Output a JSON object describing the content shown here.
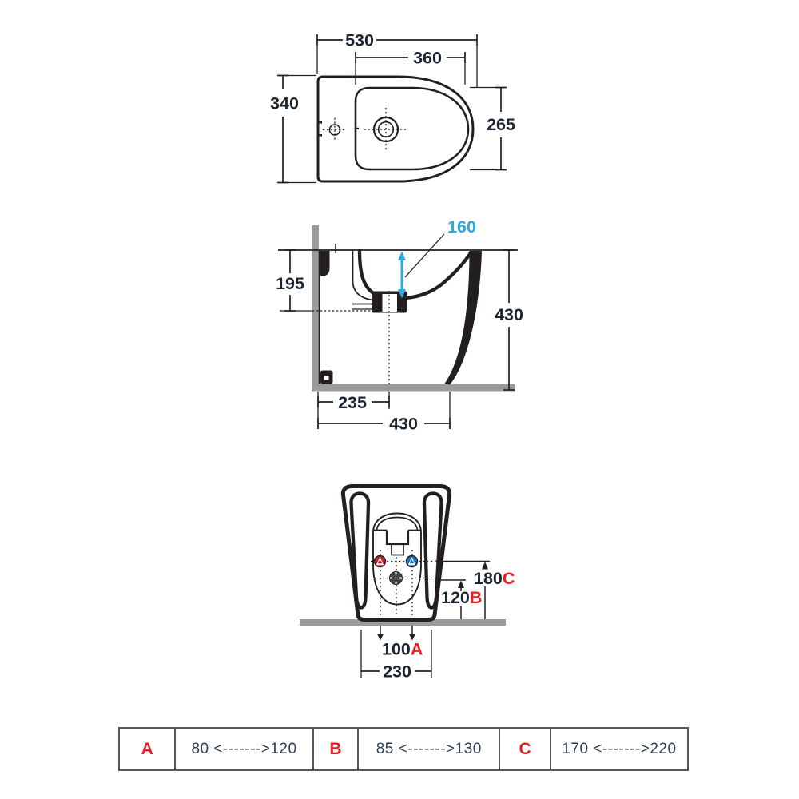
{
  "colors": {
    "line": "#231f20",
    "dim_text": "#1c2530",
    "accent_red": "#ed1c24",
    "accent_cyan": "#29abe2",
    "hot_water_red": "#c1272d",
    "cold_water_blue": "#1c75bc",
    "wall_floor_gray": "#9b9b9b"
  },
  "top_view": {
    "width": "530",
    "inner_width": "360",
    "depth": "340",
    "inner_depth": "265"
  },
  "side_view": {
    "rim_height": "195",
    "bowl_depth": "160",
    "total_height": "430",
    "drain_from_wall": "235",
    "total_depth": "430"
  },
  "front_view": {
    "inlet_height": "180",
    "inlet_letter": "C",
    "drain_height": "120",
    "drain_letter": "B",
    "fixing_distance": "100",
    "fixing_letter": "A",
    "base_width": "230"
  },
  "table": {
    "cells": [
      {
        "label": "A",
        "value": "80 <------->120"
      },
      {
        "label": "B",
        "value": "85 <------->130"
      },
      {
        "label": "C",
        "value": "170 <------->220"
      }
    ]
  }
}
